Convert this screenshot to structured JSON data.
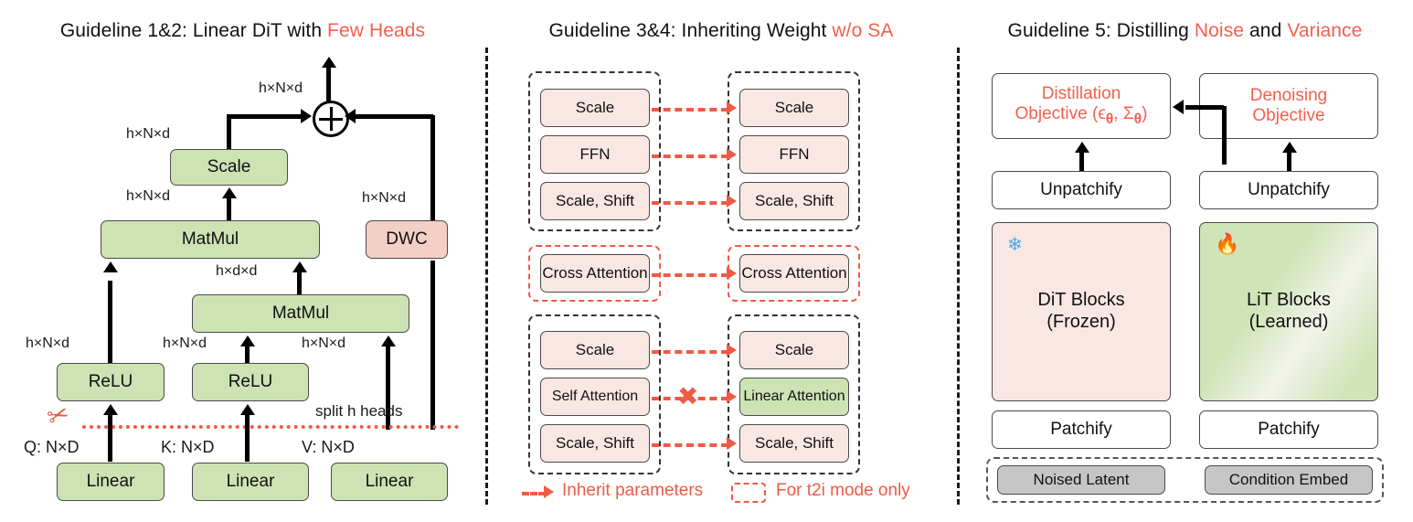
{
  "panels": [
    {
      "id": "guideline-1-2",
      "title_prefix": "Guideline 1&2: Linear DiT with ",
      "title_highlight": "Few Heads",
      "boxes": [
        {
          "name": "scale",
          "label": "Scale",
          "color": "green"
        },
        {
          "name": "matmul-upper",
          "label": "MatMul",
          "color": "green"
        },
        {
          "name": "matmul-lower",
          "label": "MatMul",
          "color": "green"
        },
        {
          "name": "dwc",
          "label": "DWC",
          "color": "pink"
        },
        {
          "name": "relu-q",
          "label": "ReLU",
          "color": "green"
        },
        {
          "name": "relu-k",
          "label": "ReLU",
          "color": "green"
        },
        {
          "name": "linear-q",
          "label": "Linear",
          "color": "green"
        },
        {
          "name": "linear-k",
          "label": "Linear",
          "color": "green"
        },
        {
          "name": "linear-v",
          "label": "Linear",
          "color": "green"
        }
      ],
      "edge_labels": {
        "out_top": "h×N×d",
        "scale_out": "h×N×d",
        "scale_in": "h×N×d",
        "dwc_out": "h×N×d",
        "matmul_lower_out": "h×d×d",
        "relu_q_out": "h×N×d",
        "relu_k_out": "h×N×d",
        "v_branch": "h×N×d"
      },
      "split_label": "split h heads",
      "tensor_labels": {
        "q": "Q: N×D",
        "k": "K: N×D",
        "v": "V: N×D"
      }
    },
    {
      "id": "guideline-3-4",
      "title_prefix": "Guideline 3&4: Inheriting Weight ",
      "title_highlight": "w/o SA",
      "groups": [
        {
          "name": "ffn-group",
          "border": "black",
          "left_boxes": [
            {
              "label": "Scale",
              "color": "lpink"
            },
            {
              "label": "FFN",
              "color": "lpink"
            },
            {
              "label": "Scale, Shift",
              "color": "lpink"
            }
          ],
          "right_boxes": [
            {
              "label": "Scale",
              "color": "lpink"
            },
            {
              "label": "FFN",
              "color": "lpink"
            },
            {
              "label": "Scale, Shift",
              "color": "lpink"
            }
          ]
        },
        {
          "name": "cross-attention-group",
          "border": "red",
          "left_boxes": [
            {
              "label": "Cross Attention",
              "color": "lpink"
            }
          ],
          "right_boxes": [
            {
              "label": "Cross Attention",
              "color": "lpink"
            }
          ]
        },
        {
          "name": "attention-group",
          "border": "black",
          "left_boxes": [
            {
              "label": "Scale",
              "color": "lpink"
            },
            {
              "label": "Self Attention",
              "color": "lpink"
            },
            {
              "label": "Scale, Shift",
              "color": "lpink"
            }
          ],
          "right_boxes": [
            {
              "label": "Scale",
              "color": "lpink"
            },
            {
              "label": "Linear Attention",
              "color": "green"
            },
            {
              "label": "Scale, Shift",
              "color": "lpink"
            }
          ]
        }
      ],
      "blocked_link": "✖",
      "legend": {
        "inherit": "Inherit parameters",
        "t2i": "For t2i mode only"
      }
    },
    {
      "id": "guideline-5",
      "title_prefix": "Guideline 5: Distilling ",
      "title_highlight_1": "Noise",
      "title_mid": " and ",
      "title_highlight_2": "Variance",
      "left_column": {
        "objective_line1": "Distillation",
        "objective_line2": "Objective (ϵ",
        "objective_sub1": "θ",
        "objective_mid": ", Σ",
        "objective_sub2": "θ",
        "objective_end": ")",
        "unpatchify": "Unpatchify",
        "blocks_line1": "DiT Blocks",
        "blocks_line2": "(Frozen)",
        "patchify": "Patchify",
        "input": "Noised Latent",
        "state_icon": "snowflake-icon"
      },
      "right_column": {
        "objective_line1": "Denoising",
        "objective_line2": "Objective",
        "unpatchify": "Unpatchify",
        "blocks_line1": "LiT Blocks",
        "blocks_line2": "(Learned)",
        "patchify": "Patchify",
        "input": "Condition Embed",
        "state_icon": "fire-icon"
      }
    }
  ],
  "colors": {
    "accent_red": "#f4604d",
    "green_fill": "#cde3b4",
    "pink_fill": "#f4cfc6",
    "light_pink_fill": "#f9e7e3",
    "grey_fill": "#c6c6c6"
  }
}
